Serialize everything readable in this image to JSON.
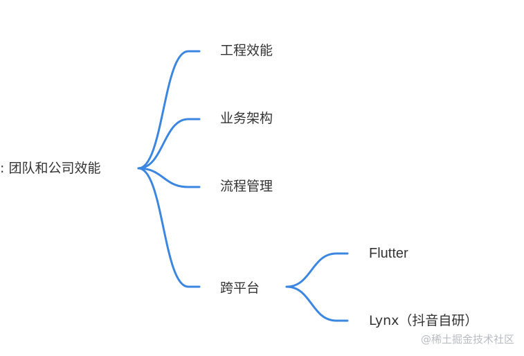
{
  "diagram": {
    "root": ": 团队和公司效能",
    "branches": [
      {
        "id": "eng",
        "label": "工程效能"
      },
      {
        "id": "biz",
        "label": "业务架构"
      },
      {
        "id": "process",
        "label": "流程管理"
      },
      {
        "id": "cross",
        "label": "跨平台",
        "children": [
          {
            "id": "flutter",
            "label": "Flutter"
          },
          {
            "id": "lynx",
            "label": "Lynx（抖音自研）"
          }
        ]
      }
    ],
    "edge_color": "#3b86e0"
  },
  "watermark": "@稀土掘金技术社区"
}
